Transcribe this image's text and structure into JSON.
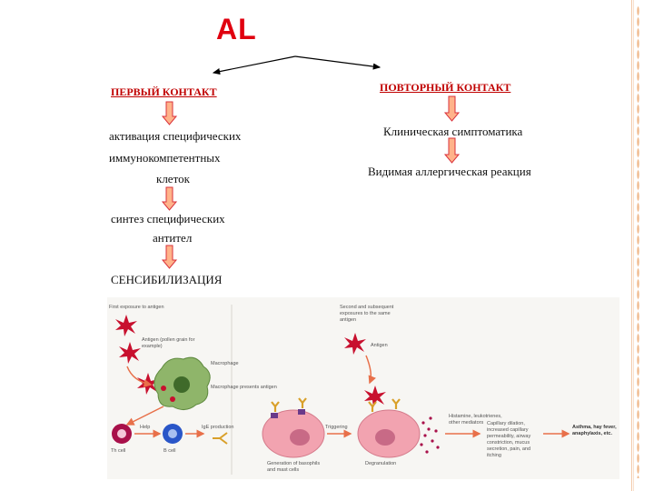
{
  "title": "AL",
  "left_column": {
    "header": "ПЕРВЫЙ КОНТАКТ",
    "steps": [
      [
        "активация специфических",
        "иммунокомпетентных",
        "клеток"
      ],
      [
        "синтез специфических",
        "антител"
      ],
      [
        "СЕНСИБИЛИЗАЦИЯ"
      ]
    ]
  },
  "right_column": {
    "header": "ПОВТОРНЫЙ КОНТАКТ",
    "steps": [
      "Клиническая симптоматика",
      "Видимая аллергическая реакция"
    ]
  },
  "figure": {
    "captions": {
      "first_exposure": "First exposure to antigen",
      "second_exposure": "Second and subsequent exposures to the same antigen",
      "antigen_left": "Antigen (pollen grain for example)",
      "macrophage": "Macrophage",
      "macrophage_presents": "Macrophage presents antigen",
      "antigen_right": "Antigen",
      "th_cell": "Th cell",
      "help": "Help",
      "b_cell": "B cell",
      "ige": "IgE production",
      "generation": "Generation of basophils and mast cells",
      "triggering": "Triggering",
      "degranulation": "Degranulation",
      "histamine": "Histamine, leukotrienes, other mediators",
      "effects": "Capillary dilation, increased capillary permeability, airway constriction, mucus secretion, pain, and itching",
      "outcome": "Asthma, hay fever, anaphylaxis, etc."
    },
    "colors": {
      "antigen": "#c8102e",
      "macrophage": "#7aa05a",
      "th_cell": "#a8104a",
      "b_cell": "#2a56c8",
      "mast_cell": "#f2a3b0",
      "antibody": "#d9a02a",
      "arrow": "#e8704a"
    }
  }
}
